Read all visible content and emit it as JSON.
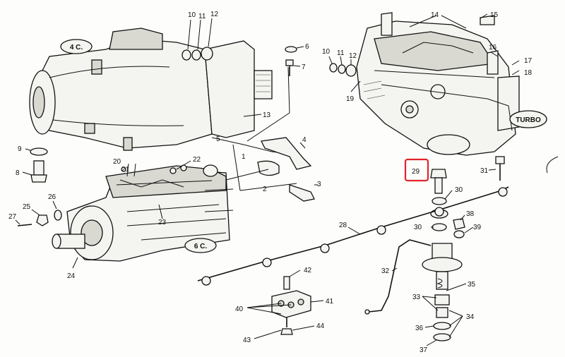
{
  "diagram": {
    "tags": {
      "four_cyl": "4 C.",
      "six_cyl": "6 C.",
      "turbo": "TURBO"
    },
    "callouts": [
      "10",
      "11",
      "12",
      "6",
      "7",
      "13",
      "9",
      "8",
      "5",
      "4",
      "1",
      "2",
      "3",
      "20",
      "21",
      "22",
      "26",
      "25",
      "27",
      "24",
      "23",
      "10",
      "11",
      "12",
      "19",
      "14",
      "15",
      "16",
      "17",
      "18",
      "31",
      "29",
      "30",
      "30",
      "38",
      "39",
      "28",
      "32",
      "33",
      "35",
      "34",
      "36",
      "37",
      "42",
      "40",
      "41",
      "43",
      "44"
    ],
    "highlighted_part": "29",
    "highlight_color": "#e0242b"
  }
}
